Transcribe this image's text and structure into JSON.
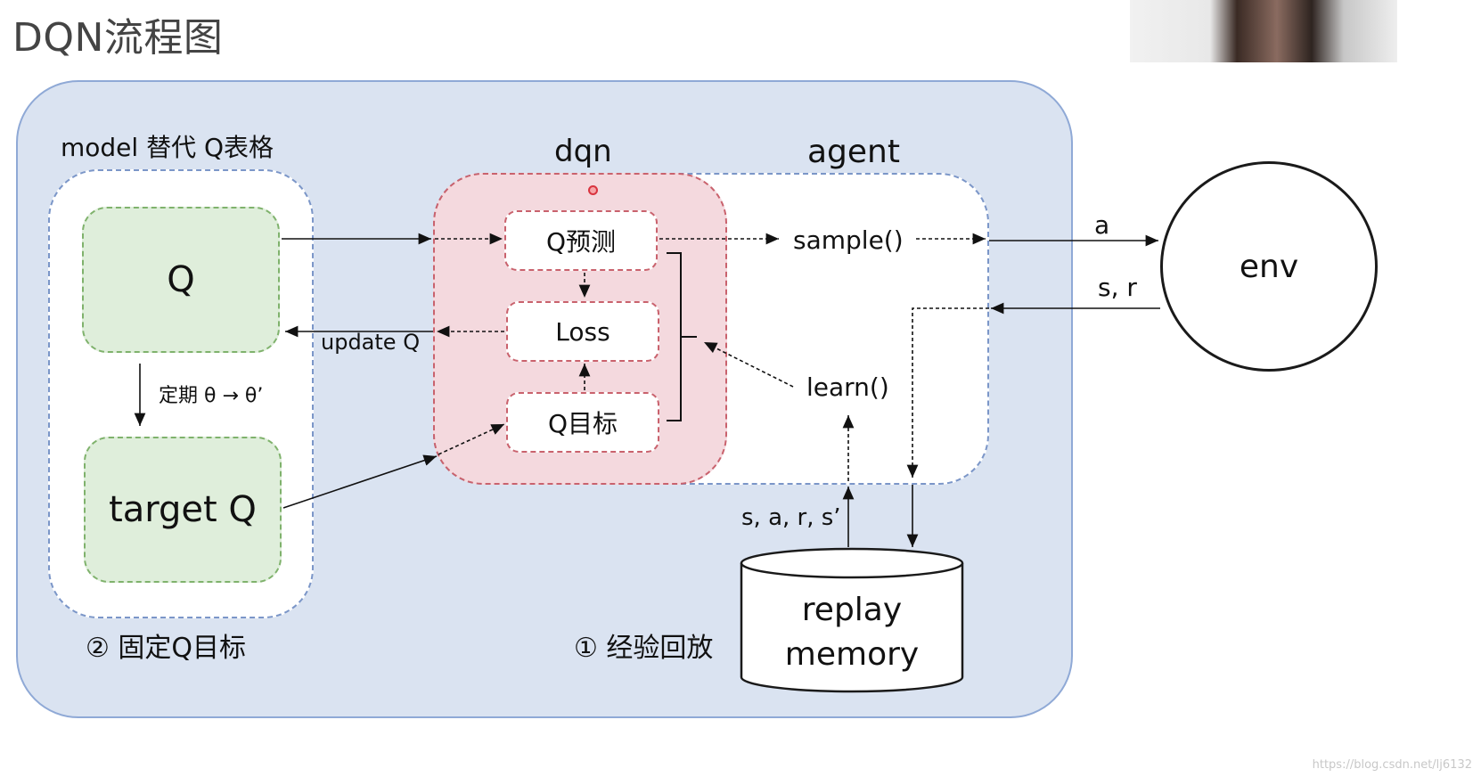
{
  "title": "DQN流程图",
  "model": {
    "label": "model 替代  Q表格",
    "q": "Q",
    "target_q": "target Q"
  },
  "dqn": {
    "label": "dqn",
    "q_predict": "Q预测",
    "loss": "Loss",
    "q_target": "Q目标"
  },
  "agent": {
    "label": "agent",
    "sample": "sample()",
    "learn": "learn()"
  },
  "env": {
    "label": "env",
    "action": "a",
    "state_reward": "s, r"
  },
  "memory": {
    "line1": "replay",
    "line2": "memory",
    "transition": "s, a, r, s’"
  },
  "edges": {
    "update_q": "update Q",
    "periodic": "定期 θ → θ’"
  },
  "notes": {
    "fixed_target": "② 固定Q目标",
    "experience_replay": "① 经验回放"
  },
  "watermark": "https://blog.csdn.net/lj6132",
  "colors": {
    "background": "#dae3f1",
    "green": "#dfeedb",
    "pink": "#f4d9de",
    "dashed_blue": "#7b96c8",
    "dashed_red": "#c9626d"
  }
}
